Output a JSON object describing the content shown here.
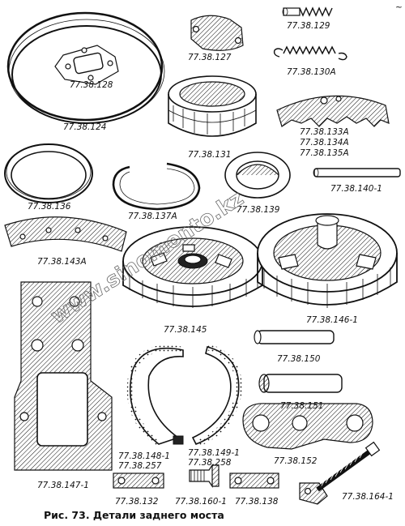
{
  "parts": [
    {
      "id": "p127",
      "label": "77.38.127"
    },
    {
      "id": "p128",
      "label": "77.38.128"
    },
    {
      "id": "p129",
      "label": "77.38.129"
    },
    {
      "id": "p130",
      "label": "77.38.130А"
    },
    {
      "id": "p124",
      "label": "77.38.124"
    },
    {
      "id": "p131",
      "label": "77.38.131"
    },
    {
      "id": "p133",
      "label": "77.38.133А"
    },
    {
      "id": "p134",
      "label": "77.38.134А"
    },
    {
      "id": "p135",
      "label": "77.38.135А"
    },
    {
      "id": "p136",
      "label": "77.38.136"
    },
    {
      "id": "p137",
      "label": "77.38.137А"
    },
    {
      "id": "p139",
      "label": "77.38.139"
    },
    {
      "id": "p140",
      "label": "77.38.140-1"
    },
    {
      "id": "p143",
      "label": "77.38.143А"
    },
    {
      "id": "p145",
      "label": "77.38.145"
    },
    {
      "id": "p146",
      "label": "77.38.146-1"
    },
    {
      "id": "p150",
      "label": "77.38.150"
    },
    {
      "id": "p151",
      "label": "77.38.151"
    },
    {
      "id": "p148",
      "label": "77.38.148-1"
    },
    {
      "id": "p257",
      "label": "77.38.257"
    },
    {
      "id": "p149",
      "label": "77.38.149-1"
    },
    {
      "id": "p258",
      "label": "77.38.258"
    },
    {
      "id": "p152",
      "label": "77.38.152"
    },
    {
      "id": "p147",
      "label": "77.38.147-1"
    },
    {
      "id": "p132",
      "label": "77.38.132"
    },
    {
      "id": "p160",
      "label": "77.38.160-1"
    },
    {
      "id": "p138",
      "label": "77.38.138"
    },
    {
      "id": "p164",
      "label": "77.38.164-1"
    }
  ],
  "caption": "Рис. 73. Детали заднего моста",
  "watermark": "www.sinomonto.kz",
  "corner_mark": "~"
}
